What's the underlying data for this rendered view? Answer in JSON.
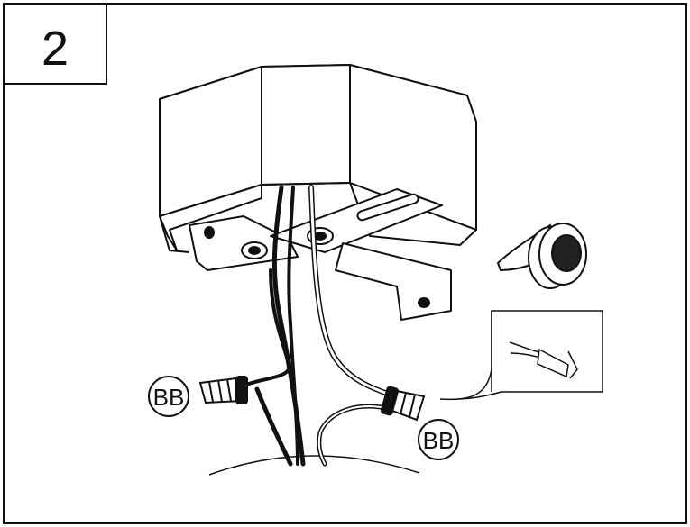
{
  "step": {
    "number": "2"
  },
  "callouts": {
    "left_connector_label": "BB",
    "right_connector_label": "BB"
  },
  "illustration": {
    "items": [
      "ceiling-junction-box",
      "mounting-bracket",
      "electrical-tape-roll",
      "wire-connector",
      "wire-connector",
      "tape-wrap-detail-inset"
    ]
  }
}
